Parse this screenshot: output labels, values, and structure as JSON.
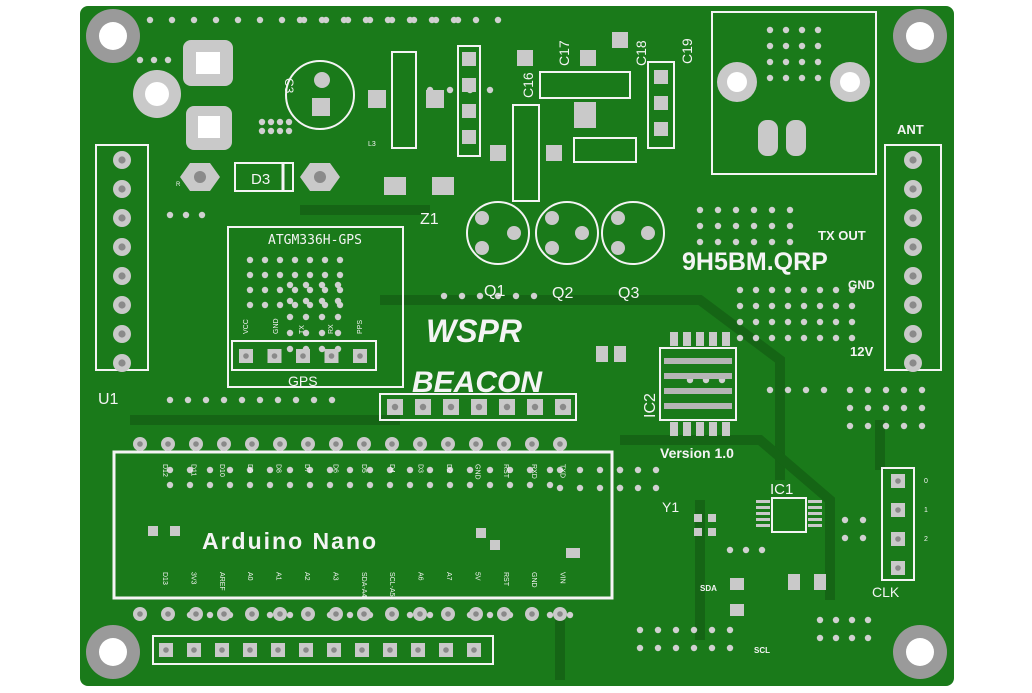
{
  "colors": {
    "board": "#1a7a1a",
    "board_dark": "#156515",
    "silk": "#f4f4f4",
    "pad": "#c9c9c9",
    "pad_hole": "#8a8a8a",
    "background": "#ffffff"
  },
  "board": {
    "title": "WSPR",
    "subtitle": "BEACON",
    "callsign": "9H5BM.QRP",
    "version": "Version 1.0"
  },
  "designators": {
    "c3": "C3",
    "c16": "C16",
    "c17": "C17",
    "c18": "C18",
    "c19": "C19",
    "l3": "L3",
    "d3": "D3",
    "z1": "Z1",
    "q1": "Q1",
    "q2": "Q2",
    "q3": "Q3",
    "ic1": "IC1",
    "ic2": "IC2",
    "y1": "Y1",
    "u1": "U1",
    "clk": "CLK",
    "r": "R"
  },
  "gps": {
    "module": "ATGM336H-GPS",
    "label": "GPS",
    "pins": [
      "VCC",
      "GND",
      "TX",
      "RX",
      "PPS"
    ]
  },
  "connector_right": {
    "ant": "ANT",
    "tx_out": "TX OUT",
    "gnd": "GND",
    "v12": "12V"
  },
  "clk_pins": [
    "0",
    "1",
    "2"
  ],
  "i2c": {
    "sda": "SDA",
    "scl": "SCL"
  },
  "nano": {
    "label": "Arduino Nano",
    "top_pins": [
      "D12",
      "D11",
      "D10",
      "D9",
      "D8",
      "D7",
      "D6",
      "D5",
      "D4",
      "D3",
      "D2",
      "GND",
      "RST",
      "RXD",
      "TXD"
    ],
    "bottom_pins": [
      "D13",
      "3V3",
      "AREF",
      "A0",
      "A1",
      "A2",
      "A3",
      "SDA-A4",
      "SCL-A5",
      "A6",
      "A7",
      "5V",
      "RST",
      "GND",
      "VIN"
    ]
  }
}
